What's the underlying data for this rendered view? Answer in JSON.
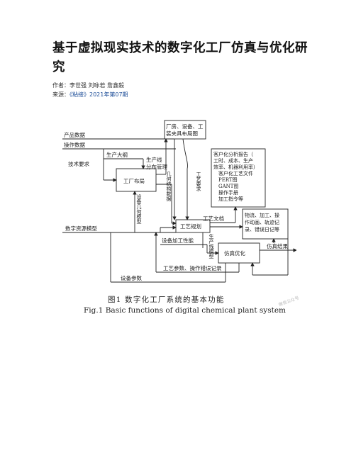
{
  "document": {
    "title": "基于虚拟现实技术的数字化工厂仿真与优化研究",
    "author_label": "作者：",
    "authors": "李世强 刘咏若 詹鑫毅",
    "source_label": "来源：",
    "source": "《粘接》2021年第07期"
  },
  "figure": {
    "caption_cn": "图1   数字化工厂系统的基本功能",
    "caption_en": "Fig.1   Basic functions of digital chemical plant system",
    "watermark": "微信公众号",
    "labels": {
      "product_data": "产品数据",
      "operation_data": "操作数据",
      "production_outline": "生产大纲",
      "tech_requirements": "技术要求",
      "line_mgmt_1": "生产线",
      "line_mgmt_2": "分布管理",
      "plant_equipment_1": "厂房、设备、工",
      "plant_equipment_2": "装夹具布局图",
      "factory_layout": "工厂布局",
      "equipment_geometry_model": "设备几何模型",
      "geometry_data": "几何结构数据",
      "process_requirement": "工艺要求",
      "process_planning": "工艺规划",
      "process_document": "工艺文档",
      "digital_resource_model": "数字资源模型",
      "equipment_capability": "设备加工性能",
      "production_line_model": "生产线模型",
      "simulation_optimization": "仿真优化",
      "simulation_result": "仿真结果",
      "process_params_errors": "工艺参数、操作错误记录",
      "equipment_params": "设备参数",
      "report": [
        "客户化分析报告（",
        "工时、成本、生产",
        "效率、机器利用率）",
        "客户化工艺文件",
        "PERT图",
        "GANT图",
        "操作手册",
        "加工指令等"
      ],
      "animation": [
        "物流、加工、操",
        "作动画、轨迹记",
        "录、错误日记等"
      ]
    }
  }
}
